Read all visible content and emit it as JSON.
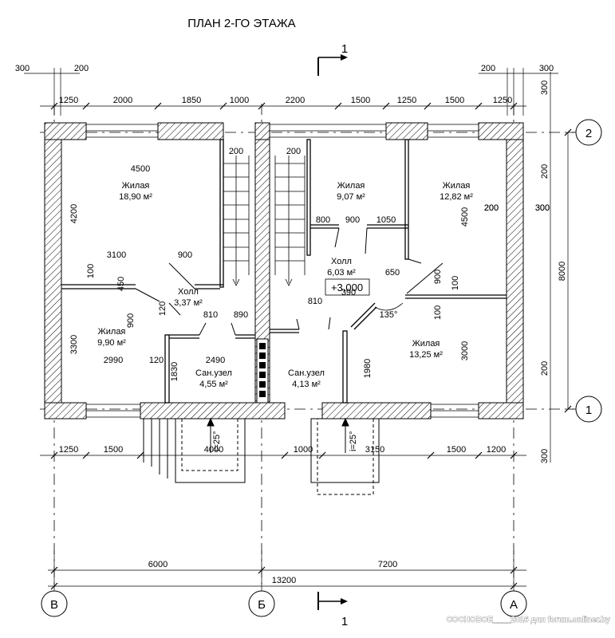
{
  "title": "ПЛАН 2-ГО ЭТАЖА",
  "section_marker": "1",
  "axes": {
    "v": [
      "В",
      "Б",
      "А"
    ],
    "h": [
      "2",
      "1"
    ]
  },
  "watermark": "СОСНОВОЕ____2016 для forum.onliner.by",
  "elevation": "+3.000",
  "angle": "135°",
  "slopes": [
    "i=25°",
    "i=25°"
  ],
  "rooms": [
    {
      "name": "Жилая",
      "area": "18,90 м²"
    },
    {
      "name": "Жилая",
      "area": "9,07 м²"
    },
    {
      "name": "Жилая",
      "area": "12,82 м²"
    },
    {
      "name": "Холл",
      "area": "6,03 м²"
    },
    {
      "name": "Холл",
      "area": "3,37 м²"
    },
    {
      "name": "Жилая",
      "area": "9,90 м²"
    },
    {
      "name": "Сан.узел",
      "area": "4,55 м²"
    },
    {
      "name": "Сан.узел",
      "area": "4,13 м²"
    },
    {
      "name": "Жилая",
      "area": "13,25 м²"
    }
  ],
  "dims": {
    "top_small_left": [
      "300",
      "200"
    ],
    "top_small_right": [
      "200",
      "300"
    ],
    "top_chain": [
      "1250",
      "2000",
      "1850",
      "1000",
      "2200",
      "1500",
      "1250",
      "1500",
      "1250"
    ],
    "bottom_chain": [
      "1250",
      "1500",
      "4000",
      "1000",
      "3150",
      "1500",
      "1200"
    ],
    "bottom_axes": [
      "6000",
      "7200"
    ],
    "total": "13200",
    "right_side": [
      "300",
      "200",
      "200",
      "300",
      "200",
      "300"
    ],
    "overall_height": "8000",
    "interior": [
      "4500",
      "4200",
      "3100",
      "900",
      "100",
      "450",
      "200",
      "200",
      "800",
      "900",
      "1050",
      "4500",
      "200",
      "300",
      "650",
      "900",
      "100",
      "100",
      "810",
      "890",
      "810",
      "390",
      "120",
      "900",
      "3300",
      "2990",
      "120",
      "2490",
      "1830",
      "1980",
      "3000"
    ]
  }
}
